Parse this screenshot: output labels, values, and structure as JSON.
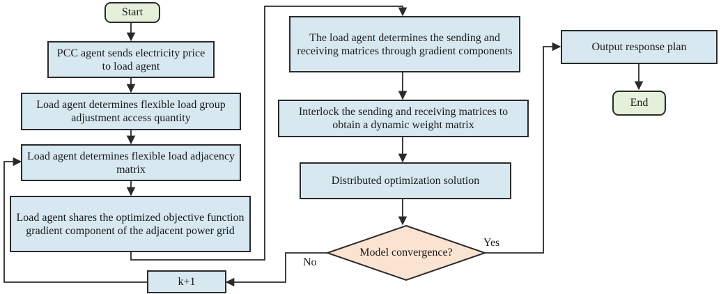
{
  "nodes": {
    "start": "Start",
    "pcc_send_price": "PCC agent sends electricity price to load agent",
    "load_access_quantity": "Load agent determines flexible load group adjustment access quantity",
    "load_adjacency_matrix": "Load agent determines flexible load adjacency matrix",
    "load_share_gradient": "Load agent shares the optimized objective function gradient component of the adjacent power grid",
    "determine_matrices": "The load agent determines the sending and receiving matrices through gradient components",
    "interlock_matrices": "Interlock the sending and receiving matrices to obtain a dynamic weight matrix",
    "distributed_optimization": "Distributed optimization solution",
    "model_convergence": "Model convergence?",
    "k_plus_1": "k+1",
    "output_plan": "Output response plan",
    "end": "End"
  },
  "edge_labels": {
    "yes": "Yes",
    "no": "No"
  },
  "colors": {
    "process_fill": "#d7e8f1",
    "terminal_fill": "#e4f0d9",
    "decision_fill": "#fbe3d2",
    "stroke": "#2a2a2a"
  }
}
